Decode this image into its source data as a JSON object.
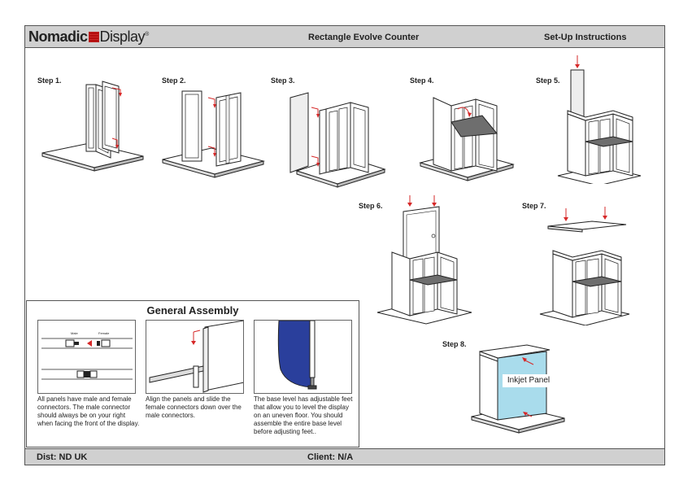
{
  "header": {
    "logo_primary": "Nomadic",
    "logo_secondary": "Display",
    "logo_mark": "®",
    "title": "Rectangle Evolve Counter",
    "subtitle": "Set-Up Instructions"
  },
  "footer": {
    "dist": "Dist: ND UK",
    "client": "Client: N/A"
  },
  "steps": [
    {
      "label": "Step 1."
    },
    {
      "label": "Step 2."
    },
    {
      "label": "Step 3."
    },
    {
      "label": "Step 4."
    },
    {
      "label": "Step 5."
    },
    {
      "label": "Step 6."
    },
    {
      "label": "Step 7."
    },
    {
      "label": "Step 8."
    }
  ],
  "assembly": {
    "title": "General Assembly",
    "male_label": "Male",
    "female_label": "Female",
    "descriptions": [
      "All panels have male and female connectors. The male connector should always be on your right when facing the front of the display.",
      "Align the panels and slide the female connectors down over the male connectors.",
      "The base level has adjustable feet that allow you to level the display on an uneven floor. You should assemble the entire base level before adjusting feet.."
    ]
  },
  "callouts": {
    "inkjet_panel": "Inkjet Panel"
  },
  "colors": {
    "arrow": "#d62828",
    "bar": "#d0d0d0",
    "inkjet": "#a9dcec",
    "blue_panel": "#2a3f9c",
    "shelf": "#6e6e6e"
  }
}
